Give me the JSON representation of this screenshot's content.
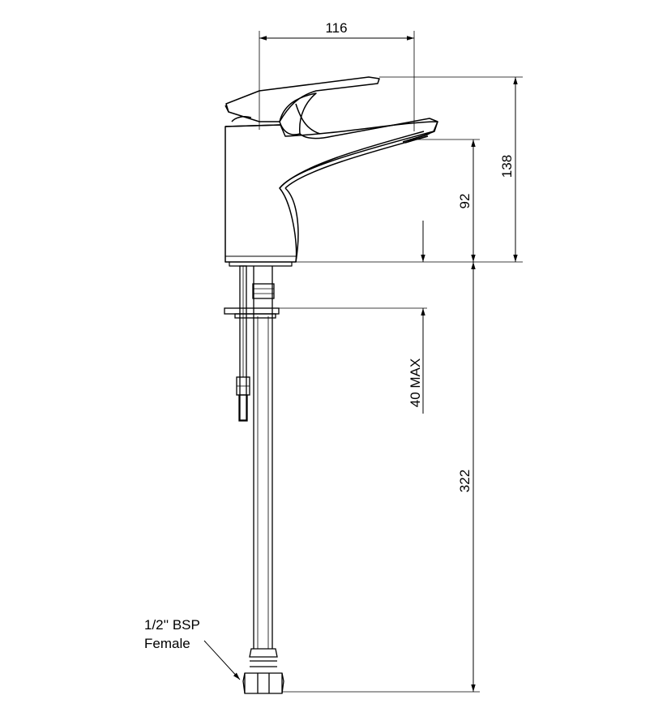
{
  "dimensions": {
    "width_label": "116",
    "overall_height_label": "138",
    "spout_height_label": "92",
    "max_thickness_label": "40 MAX",
    "hose_length_label": "322"
  },
  "connection_note": {
    "line1": "1/2'' BSP",
    "line2": "Female"
  },
  "colors": {
    "line": "#000000",
    "background": "#ffffff"
  }
}
